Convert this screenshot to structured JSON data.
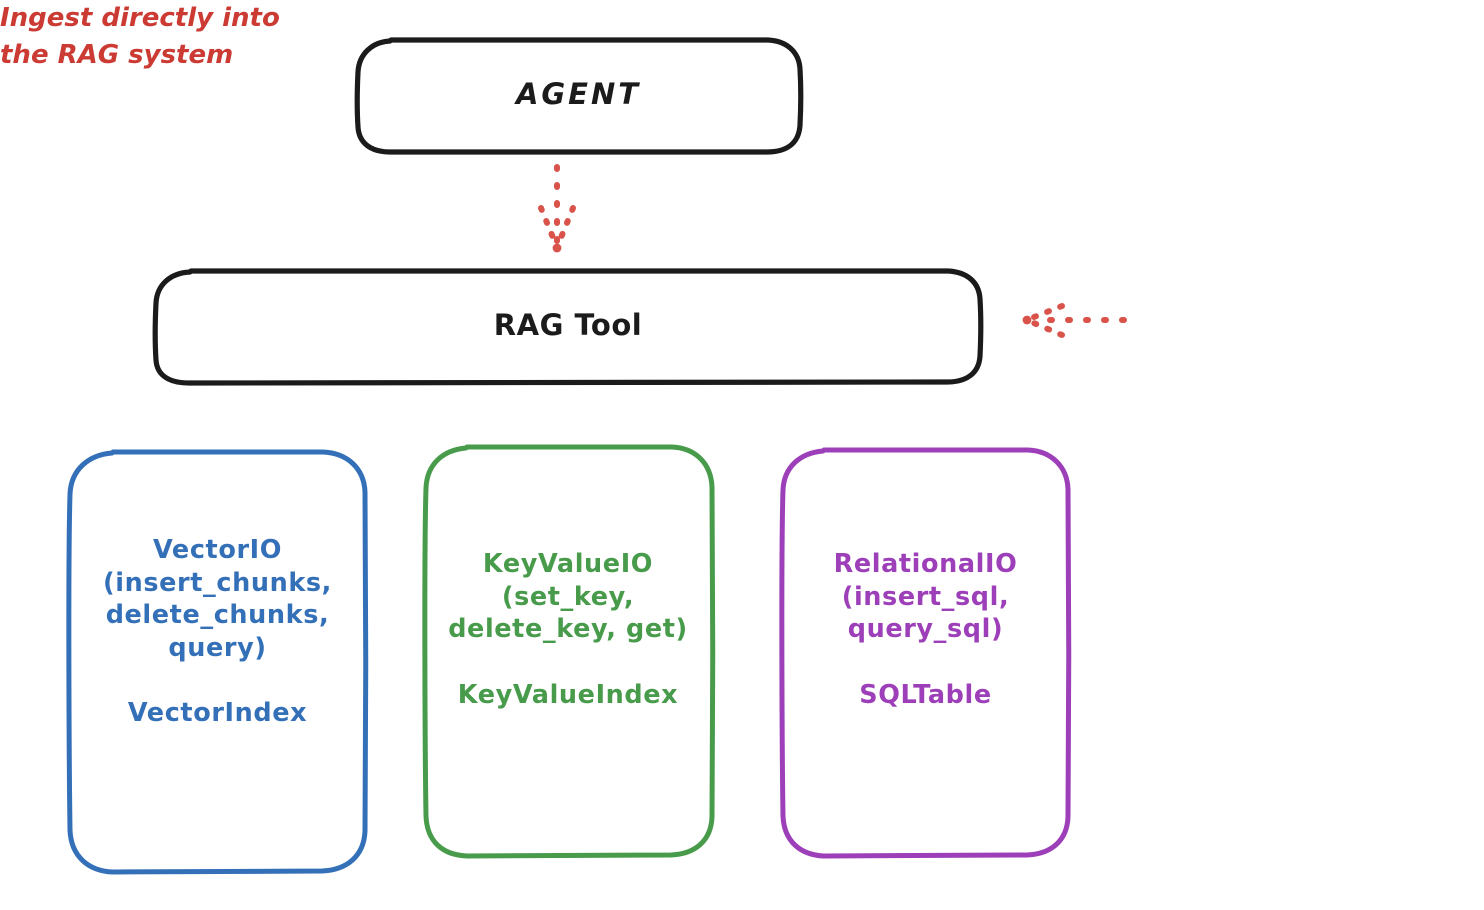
{
  "diagram": {
    "title_nodes": {
      "agent": {
        "label": "AGENT",
        "stroke": "#1b1b1b"
      },
      "rag_tool": {
        "label": "RAG Tool",
        "stroke": "#1b1b1b"
      }
    },
    "api_nodes": [
      {
        "id": "vector-io",
        "label": "VectorIO\n(insert_chunks,\ndelete_chunks,\nquery)\n\nVectorIndex",
        "api_name": "VectorIO",
        "methods": [
          "insert_chunks",
          "delete_chunks",
          "query"
        ],
        "index_name": "VectorIndex",
        "color": "#3470b8"
      },
      {
        "id": "key-value-io",
        "label": "KeyValueIO\n(set_key,\ndelete_key, get)\n\nKeyValueIndex",
        "api_name": "KeyValueIO",
        "methods": [
          "set_key",
          "delete_key",
          "get"
        ],
        "index_name": "KeyValueIndex",
        "color": "#479b4a"
      },
      {
        "id": "relational-io",
        "label": "RelationalIO\n(insert_sql,\nquery_sql)\n\nSQLTable",
        "api_name": "RelationalIO",
        "methods": [
          "insert_sql",
          "query_sql"
        ],
        "index_name": "SQLTable",
        "color": "#9c3fb8"
      }
    ],
    "annotation": {
      "text": "Ingest directly into\nthe RAG system",
      "color": "#cc3b33"
    },
    "connectors": [
      {
        "id": "agent-to-rag",
        "from": "agent",
        "to": "rag_tool",
        "style": "dotted",
        "color": "#cc3b33",
        "direction": "down"
      },
      {
        "id": "annotation-to-rag",
        "from": "annotation",
        "to": "rag_tool",
        "style": "dotted",
        "color": "#cc3b33",
        "direction": "left"
      }
    ],
    "background": "#ffffff"
  }
}
